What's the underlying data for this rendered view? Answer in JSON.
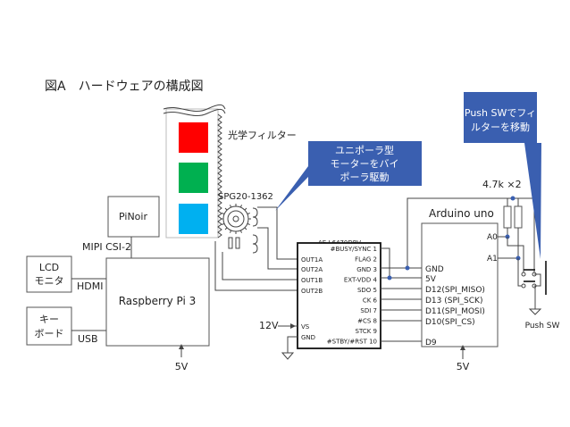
{
  "title": "図A　ハードウェアの構成図",
  "filter": {
    "label": "光学フィルター",
    "colors": {
      "red": "#ff0000",
      "green": "#00b050",
      "blue": "#00b0f0"
    }
  },
  "motor": {
    "label": "SPG20-1362"
  },
  "callouts": {
    "unipolar": [
      "ユニポーラ型",
      "モーターをバイ",
      "ポーラ駆動"
    ],
    "pushsw": [
      "Push SWでフィ",
      "ルターを移動"
    ],
    "fill": "#3a5fb0"
  },
  "pinoir": {
    "label": "PiNoir"
  },
  "mipi": {
    "label": "MIPI CSI-2"
  },
  "lcd": {
    "line1": "LCD",
    "line2": "モニタ",
    "conn": "HDMI"
  },
  "keyboard": {
    "line1": "キー",
    "line2": "ボード",
    "conn": "USB"
  },
  "rpi": {
    "label": "Raspberry Pi 3",
    "power": "5V"
  },
  "driver": {
    "title": "AE-L6470DRV",
    "left_pins": [
      "OUT1A",
      "OUT2A",
      "OUT1B",
      "OUT2B",
      "VS",
      "GND"
    ],
    "right_pins": [
      "#BUSY/SYNC 1",
      "FLAG 2",
      "GND 3",
      "EXT-VDD 4",
      "SDO 5",
      "CK 6",
      "SDI 7",
      "#CS 8",
      "STCK 9",
      "#STBY/#RST 10"
    ],
    "power": "12V"
  },
  "arduino": {
    "title": "Arduino uno",
    "pins": [
      "GND",
      "5V",
      "D12(SPI_MISO)",
      "D13 (SPI_SCK)",
      "D11(SPI_MOSI)",
      "D10(SPI_CS)",
      "D9"
    ],
    "analog": [
      "A0",
      "A1"
    ],
    "power": "5V"
  },
  "resistors": {
    "label": "4.7k ×2"
  },
  "switch": {
    "label": "Push SW"
  }
}
